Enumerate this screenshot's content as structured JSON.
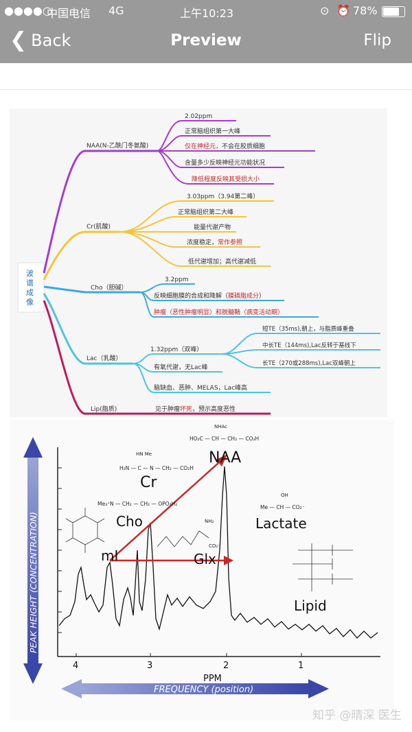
{
  "status": {
    "carrier": "中国电信",
    "network": "4G",
    "time": "上午10:23",
    "battery": "78%"
  },
  "nav": {
    "back": "Back",
    "title": "Preview",
    "flip": "Flip"
  },
  "mindmap": {
    "root": "波谱成像",
    "naa": {
      "label": "NAA(N-乙酰门冬氨酸)",
      "items": [
        "2.02ppm",
        "正常脑组织第一大峰",
        "不会在胶质细胞",
        "含量多少反映神经元功能状况",
        "降低程度反映其受损大小"
      ],
      "item2_red": "仅在神经元，"
    },
    "cr": {
      "label": "Cr(肌酸)",
      "items": [
        "3.03ppm（3.94第二峰）",
        "正常脑组织第二大峰",
        "能量代谢产物",
        "浓度稳定，",
        "低代谢增加；高代谢减低"
      ],
      "item3_red": "常作参照"
    },
    "cho": {
      "label": "Cho（胆碱）",
      "items": [
        "3.2ppm",
        "反映细胞膜的合成和降解（",
        "肿瘤（恶性肿瘤明显）和脱髓鞘（病变活动期）"
      ],
      "item1_red": "膜磷脂成分",
      "item1_end": "）"
    },
    "lac": {
      "label": "Lac（乳酸）",
      "sub": "1.32ppm（双峰）",
      "subitems": [
        "短TE（35ms),朝上，与脂质峰重叠",
        "中长TE（144ms),Lac反转于基线下",
        "长TE（270或288ms),Lac双峰朝上"
      ],
      "items": [
        "有氧代谢，无Lac峰",
        "脑缺血、恶肿、MELAS，Lac峰高"
      ]
    },
    "lip": {
      "label": "Lip(脂质)",
      "pre": "见于肿瘤",
      "red": "坏死",
      "post": "，预示高度恶性"
    }
  },
  "spectrum": {
    "y_axis": "PEAK HEIGHT (CONCENTRATION)",
    "x_label": "PPM",
    "x_ticks": [
      "4",
      "3",
      "2",
      "1"
    ],
    "freq": "FREQUENCY (position)",
    "peaks": {
      "naa": "NAA",
      "cr": "Cr",
      "cho": "Cho",
      "mi": "mI",
      "glx": "Glx",
      "lactate": "Lactate",
      "lipid": "Lipid"
    },
    "formulas": {
      "naa_top": "NHAc",
      "naa": "HO₂C — CH — CH₂ — CO₂H",
      "cr_top": "HN    Me",
      "cr": "H₂N — C — N — CH₂ — CO₂H",
      "cho": "Me₃⁺N — CH₂ — CH₂ — OPO₃H₂",
      "lac_top": "OH",
      "lac": "Me — CH — CO₂⁻",
      "glx": "NH₂",
      "glx2": "CO₂⁻"
    }
  },
  "watermark": "知乎 @晴深 医生"
}
